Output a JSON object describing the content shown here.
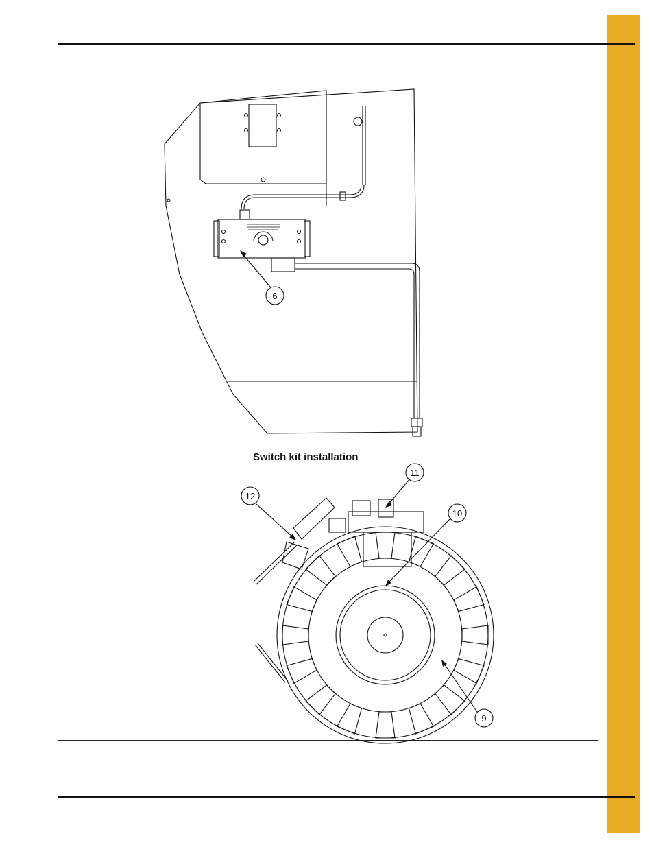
{
  "figure": {
    "caption": "Switch kit installation",
    "callouts": [
      "6",
      "11",
      "12",
      "10",
      "9"
    ]
  },
  "colors": {
    "side_tab": "#e8ab25",
    "line": "#111111"
  }
}
